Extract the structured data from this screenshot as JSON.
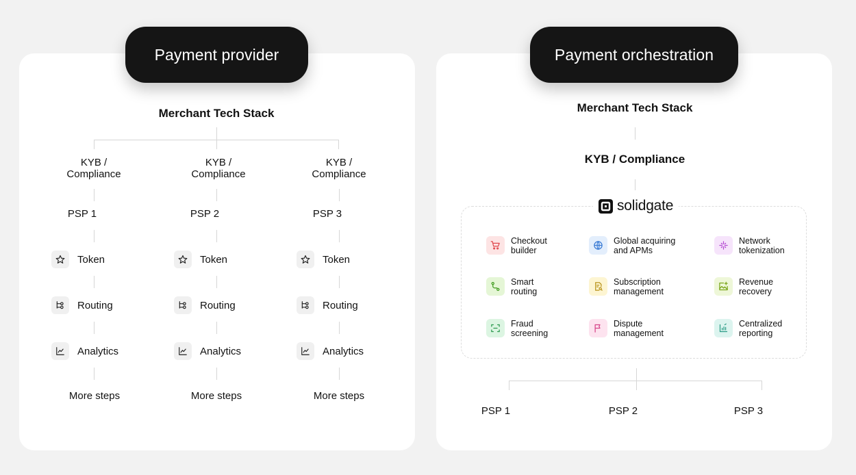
{
  "left": {
    "pill": "Payment provider",
    "heading": "Merchant Tech Stack",
    "kyb_line1": "KYB /",
    "kyb_line2": "Compliance",
    "psps": [
      "PSP 1",
      "PSP 2",
      "PSP 3"
    ],
    "steps": {
      "token": "Token",
      "routing": "Routing",
      "analytics": "Analytics"
    },
    "more": "More steps"
  },
  "right": {
    "pill": "Payment orchestration",
    "heading": "Merchant Tech Stack",
    "kyb": "KYB / Compliance",
    "brand": "solidgate",
    "features": [
      {
        "l1": "Checkout",
        "l2": "builder",
        "icon": "cart-icon",
        "bg": "#fde4e4",
        "fg": "#e0474c"
      },
      {
        "l1": "Global acquiring",
        "l2": "and APMs",
        "icon": "globe-icon",
        "bg": "#e3eefc",
        "fg": "#3a7bd5"
      },
      {
        "l1": "Network",
        "l2": "tokenization",
        "icon": "network-icon",
        "bg": "#f6e4fb",
        "fg": "#b44ad1"
      },
      {
        "l1": "Smart",
        "l2": "routing",
        "icon": "route-icon",
        "bg": "#e5f6d6",
        "fg": "#3f9a1e"
      },
      {
        "l1": "Subscription",
        "l2": "management",
        "icon": "document-search-icon",
        "bg": "#fdf5d2",
        "fg": "#b8921a"
      },
      {
        "l1": "Revenue",
        "l2": "recovery",
        "icon": "image-plus-icon",
        "bg": "#eef7d8",
        "fg": "#7aa51a"
      },
      {
        "l1": "Fraud",
        "l2": "screening",
        "icon": "scan-icon",
        "bg": "#dcf5e2",
        "fg": "#2d9a4f"
      },
      {
        "l1": "Dispute",
        "l2": "management",
        "icon": "flag-icon",
        "bg": "#fde3ef",
        "fg": "#d6458a"
      },
      {
        "l1": "Centralized",
        "l2": "reporting",
        "icon": "report-icon",
        "bg": "#dcf4ef",
        "fg": "#2a9b86"
      }
    ],
    "psps": [
      "PSP 1",
      "PSP 2",
      "PSP 3"
    ]
  }
}
